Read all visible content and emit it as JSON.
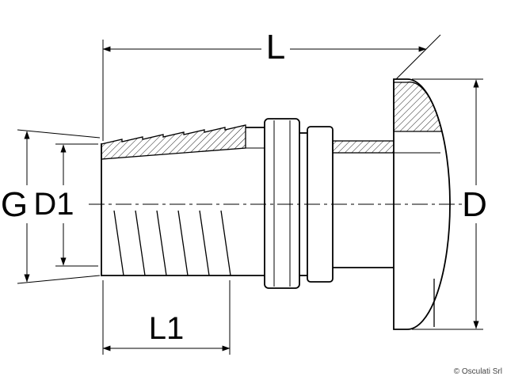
{
  "drawing": {
    "dims": {
      "length": "L",
      "thread": "G",
      "hose": "D1",
      "head": "D",
      "tail_length": "L1"
    },
    "colors": {
      "ink": "#000000",
      "paper": "#ffffff",
      "copyright_text": "#444444"
    }
  },
  "footer": {
    "copyright": "© Osculati Srl"
  }
}
